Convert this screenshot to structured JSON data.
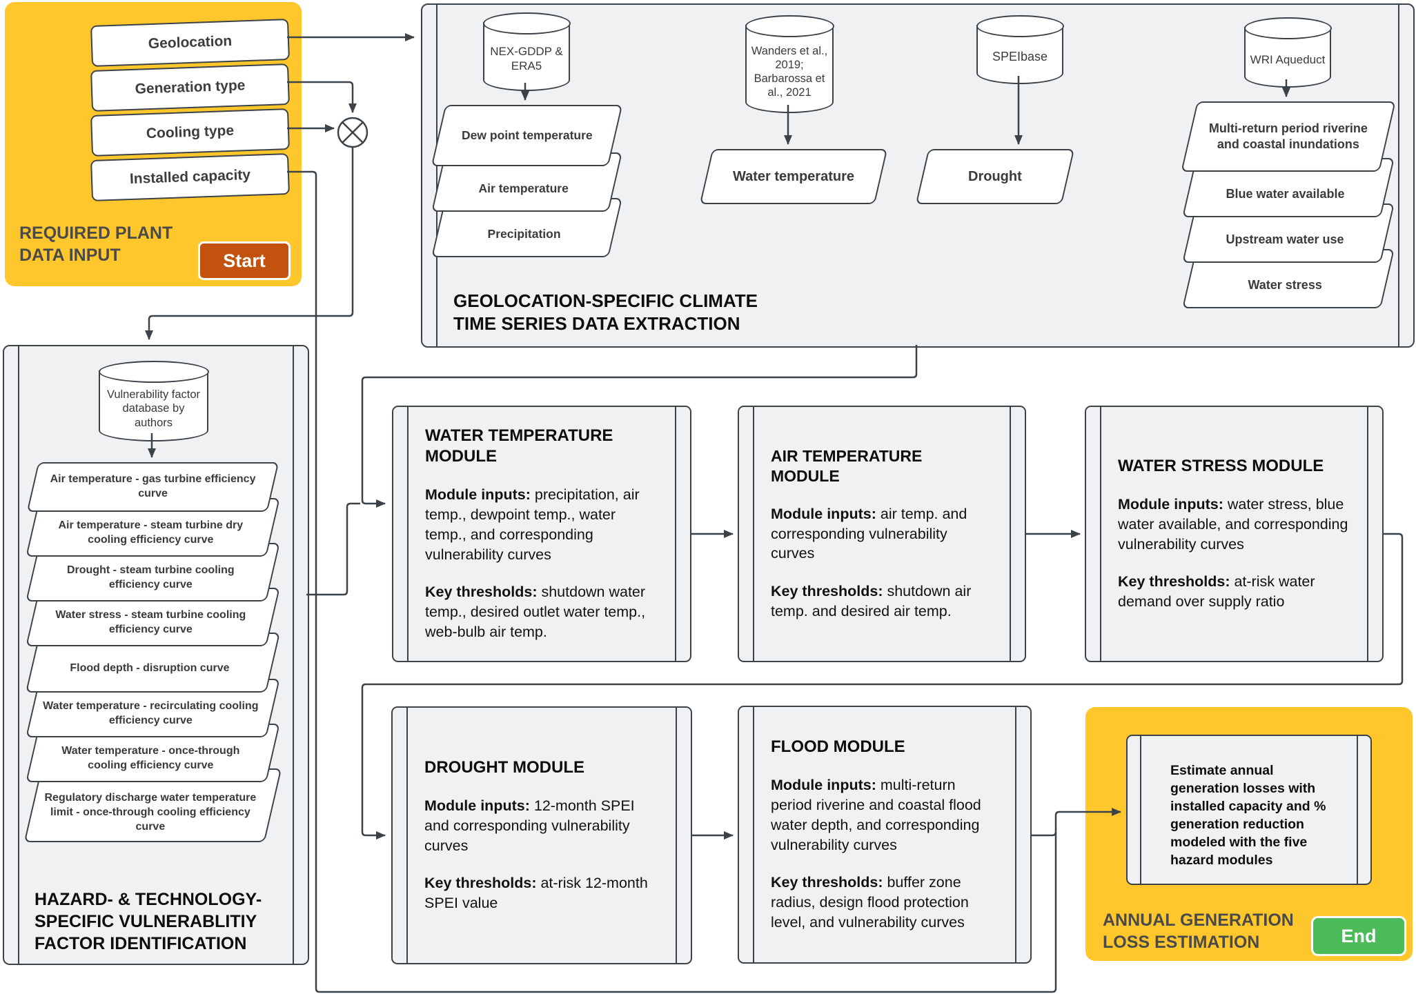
{
  "colors": {
    "yellow": "#FFC72B",
    "start_orange": "#C2520E",
    "end_green": "#4CBB5A",
    "line_dark": "#3B4248",
    "panel_gray": "#F0F1F3"
  },
  "plant_input": {
    "caption": "REQUIRED PLANT\nDATA INPUT",
    "items": [
      "Geolocation",
      "Generation type",
      "Cooling type",
      "Installed capacity"
    ],
    "start_label": "Start"
  },
  "climate_extraction": {
    "caption": "GEOLOCATION-SPECIFIC CLIMATE\nTIME SERIES DATA EXTRACTION",
    "sources": [
      {
        "db": "NEX-GDDP & ERA5",
        "outputs": [
          "Dew point temperature",
          "Air temperature",
          "Precipitation"
        ]
      },
      {
        "db": "Wanders et al., 2019; Barbarossa et al., 2021",
        "outputs": [
          "Water temperature"
        ]
      },
      {
        "db": "SPEIbase",
        "outputs": [
          "Drought"
        ]
      },
      {
        "db": "WRI Aqueduct",
        "outputs": [
          "Multi-return period riverine and coastal inundations",
          "Blue water available",
          "Upstream water use",
          "Water stress"
        ]
      }
    ]
  },
  "vulnerability": {
    "caption": "HAZARD- & TECHNOLOGY-\nSPECIFIC VULNERABLITIY\nFACTOR IDENTIFICATION",
    "db": "Vulnerability factor database by authors",
    "curves": [
      "Air temperature - gas turbine efficiency curve",
      "Air temperature - steam turbine dry cooling efficiency curve",
      "Drought - steam turbine cooling efficiency curve",
      "Water stress - steam turbine cooling efficiency curve",
      "Flood depth - disruption curve",
      "Water temperature - recirculating cooling efficiency curve",
      "Water temperature - once-through cooling efficiency curve",
      "Regulatory discharge water temperature limit - once-through cooling efficiency curve"
    ]
  },
  "modules": [
    {
      "title": "WATER TEMPERATURE MODULE",
      "inputs_label": "Module inputs:",
      "inputs": "precipitation, air temp., dewpoint temp., water temp., and corresponding vulnerability curves",
      "thresholds_label": "Key thresholds:",
      "thresholds": "shutdown water temp., desired outlet water temp., web-bulb air temp."
    },
    {
      "title": "AIR TEMPERATURE MODULE",
      "inputs_label": "Module inputs:",
      "inputs": "air temp. and corresponding vulnerability curves",
      "thresholds_label": "Key thresholds:",
      "thresholds": "shutdown air temp. and desired air temp."
    },
    {
      "title": "WATER STRESS MODULE",
      "inputs_label": "Module inputs:",
      "inputs": "water stress, blue water available, and corresponding vulnerability curves",
      "thresholds_label": "Key thresholds:",
      "thresholds": "at-risk water demand over supply ratio"
    },
    {
      "title": "DROUGHT MODULE",
      "inputs_label": "Module inputs:",
      "inputs": "12-month SPEI and corresponding vulnerability curves",
      "thresholds_label": "Key thresholds:",
      "thresholds": "at-risk 12-month SPEI value"
    },
    {
      "title": "FLOOD MODULE",
      "inputs_label": "Module inputs:",
      "inputs": "multi-return period riverine and coastal flood water depth, and corresponding vulnerability curves",
      "thresholds_label": "Key thresholds:",
      "thresholds": "buffer zone radius, design flood protection level, and vulnerability curves"
    }
  ],
  "loss_estimation": {
    "caption": "ANNUAL GENERATION\nLOSS ESTIMATION",
    "process": "Estimate annual generation losses with installed capacity and % generation reduction modeled with the five hazard modules",
    "end_label": "End"
  }
}
